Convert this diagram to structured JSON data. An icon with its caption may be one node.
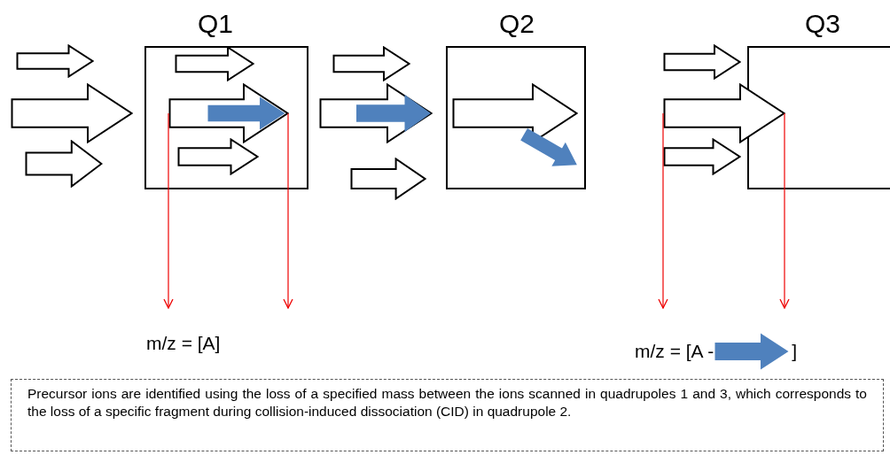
{
  "diagram": {
    "caption": "Precursor ions are identified using the loss of a specified mass between the ions scanned in quadrupoles 1 and 3, which corresponds to the loss of a specific fragment during collision-induced dissociation (CID) in quadrupole 2.",
    "nodes": [
      {
        "text": [
          "Q1"
        ]
      },
      {
        "text": [
          "Q2"
        ]
      },
      {
        "text": [
          "Q3"
        ]
      },
      {
        "text": [
          "m/z = [A]"
        ]
      },
      {
        "text": [
          "m/z = [A -",
          "]"
        ]
      }
    ],
    "edges": [
      {
        "from": 0,
        "to": 1,
        "arrow": "to",
        "style": "thick"
      },
      {
        "from": 0,
        "to": 3,
        "arrow": "to"
      },
      {
        "from": 0,
        "to": 3,
        "arrow": "to"
      },
      {
        "from": null,
        "to": 4,
        "arrow": "to"
      },
      {
        "from": 2,
        "to": 4,
        "arrow": "to"
      }
    ]
  }
}
